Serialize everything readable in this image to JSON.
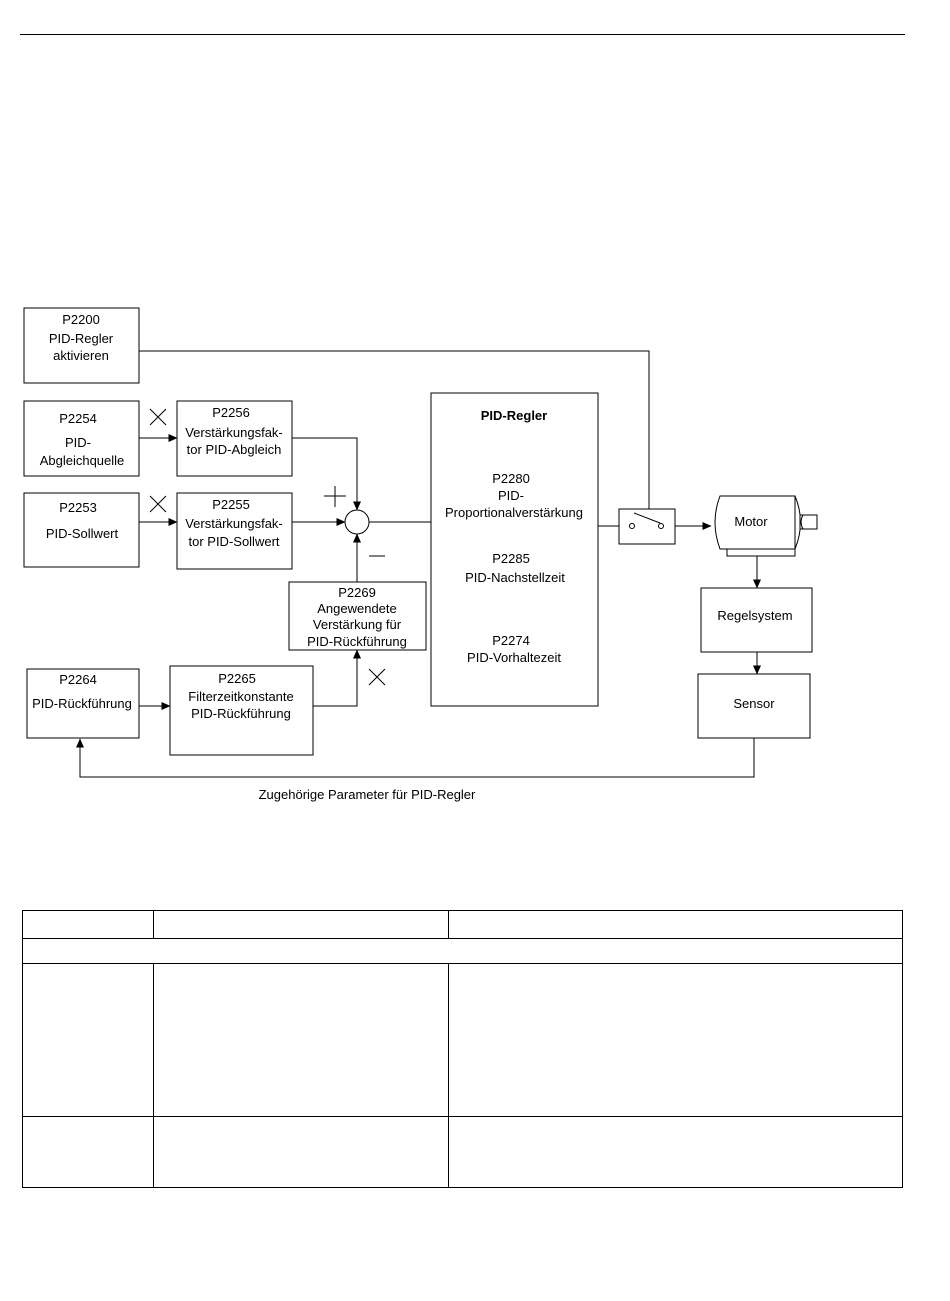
{
  "diagram": {
    "caption": "Zugehörige Parameter für PID-Regler",
    "blocks": {
      "p2200": [
        "P2200",
        "PID-Regler",
        "aktivieren"
      ],
      "p2254": [
        "P2254",
        "PID-",
        "Abgleichquelle"
      ],
      "p2256": [
        "P2256",
        "Verstärkungsfak-",
        "tor PID-Abgleich"
      ],
      "p2253": [
        "P2253",
        "PID-Sollwert"
      ],
      "p2255": [
        "P2255",
        "Verstärkungsfak-",
        "tor PID-Sollwert"
      ],
      "p2269": [
        "P2269",
        "Angewendete",
        "Verstärkung für",
        "PID-Rückführung"
      ],
      "p2264": [
        "P2264",
        "PID-Rückführung"
      ],
      "p2265": [
        "P2265",
        "Filterzeitkonstante",
        "PID-Rückführung"
      ],
      "pid_controller": {
        "title": "PID-Regler",
        "p2280": [
          "P2280",
          "PID-",
          "Proportionalverstärkung"
        ],
        "p2285": [
          "P2285",
          "PID-Nachstellzeit"
        ],
        "p2274": [
          "P2274",
          "PID-Vorhaltezeit"
        ]
      },
      "motor": "Motor",
      "control_system": "Regelsystem",
      "sensor": "Sensor"
    }
  }
}
